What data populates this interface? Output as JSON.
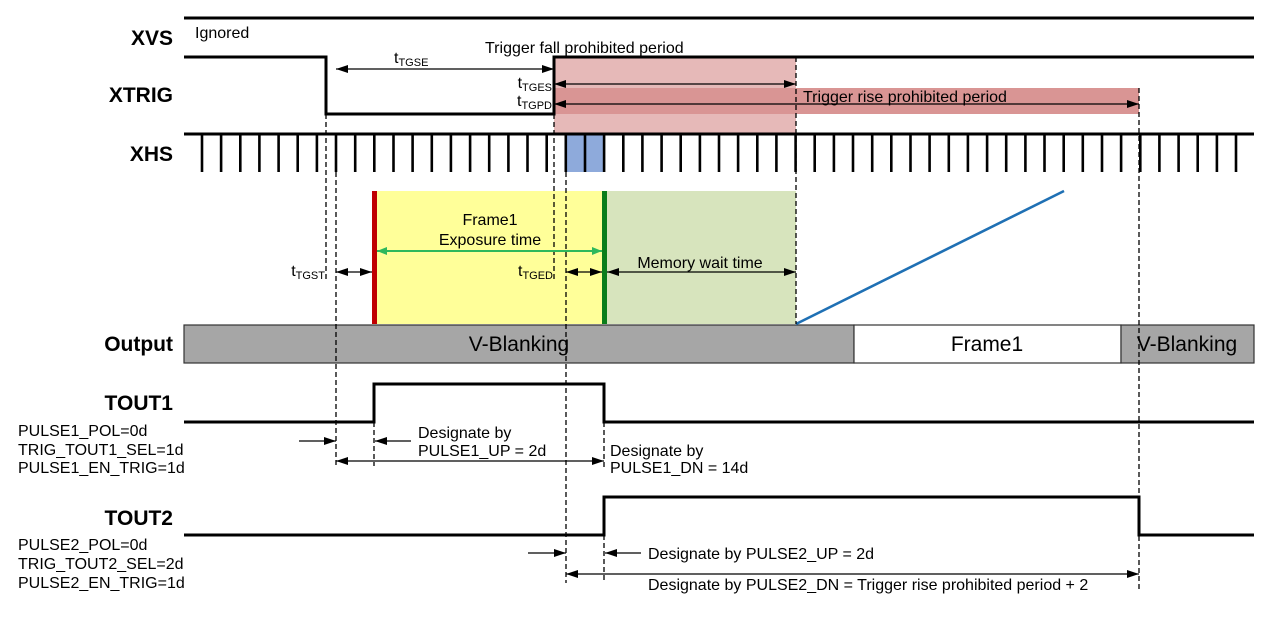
{
  "signals": {
    "xvs": {
      "label": "XVS",
      "note": "Ignored"
    },
    "xtrig": {
      "label": "XTRIG"
    },
    "xhs": {
      "label": "XHS"
    },
    "output": {
      "label": "Output",
      "segments": [
        {
          "label": "V-Blanking",
          "state": "blanking"
        },
        {
          "label": "Frame1",
          "state": "frame"
        },
        {
          "label": "V-Blanking",
          "state": "blanking"
        }
      ]
    },
    "tout1": {
      "label": "TOUT1",
      "params": [
        "PULSE1_POL=0d",
        "TRIG_TOUT1_SEL=1d",
        "PULSE1_EN_TRIG=1d"
      ]
    },
    "tout2": {
      "label": "TOUT2",
      "params": [
        "PULSE2_POL=0d",
        "TRIG_TOUT2_SEL=2d",
        "PULSE2_EN_TRIG=1d"
      ]
    }
  },
  "timing_params": {
    "tgse": {
      "symbol": "t",
      "subscript": "TGSE"
    },
    "tges": {
      "symbol": "t",
      "subscript": "TGES"
    },
    "tgpd": {
      "symbol": "t",
      "subscript": "TGPD"
    },
    "tgst": {
      "symbol": "t",
      "subscript": "TGST"
    },
    "tged": {
      "symbol": "t",
      "subscript": "TGED"
    }
  },
  "periods": {
    "trigger_fall_prohibited": "Trigger fall prohibited period",
    "trigger_rise_prohibited": "Trigger rise prohibited period"
  },
  "exposure": {
    "title": "Frame1",
    "label": "Exposure time",
    "memory_wait": "Memory wait time"
  },
  "pulse_annotations": {
    "pulse1_up": {
      "line1": "Designate by",
      "line2": "PULSE1_UP = 2d"
    },
    "pulse1_dn": {
      "line1": "Designate by",
      "line2": "PULSE1_DN = 14d"
    },
    "pulse2_up": "Designate by PULSE2_UP = 2d",
    "pulse2_dn": "Designate by PULSE2_DN = Trigger rise prohibited period + 2"
  },
  "colors": {
    "signal": "#000000",
    "trigger_fall_region": "#e6b9b8",
    "trigger_rise_region": "#d99594",
    "xhs_highlight": "#8eaadb",
    "exposure_region": "#ffff99",
    "memory_wait_region": "#d7e4bd",
    "exposure_start": "#c00000",
    "exposure_end": "#0a7d1a",
    "exposure_arrow": "#2eb85c",
    "readout_ramp": "#1f70b4",
    "blanking": "#a6a6a6",
    "frame": "#ffffff"
  }
}
